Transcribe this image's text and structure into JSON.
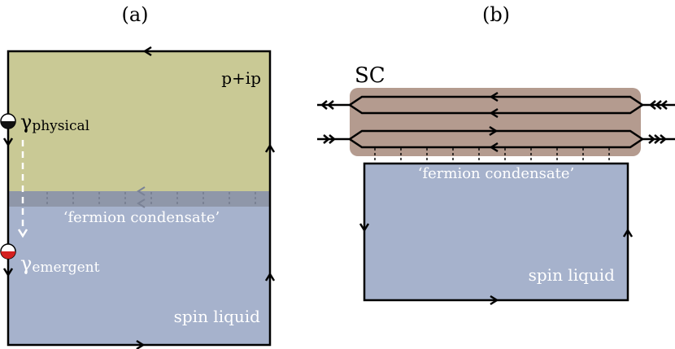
{
  "panels": {
    "a": {
      "label": "(a)",
      "top_region_label": "p+ip",
      "bottom_region_label": "spin liquid",
      "condensate_label": "‘fermion condensate’",
      "gamma_symbol": "γ",
      "physical_subscript": "physical",
      "emergent_subscript": "emergent"
    },
    "b": {
      "label": "(b)",
      "sc_label": "SC",
      "condensate_label": "‘fermion condensate’",
      "spin_liquid_label": "spin liquid"
    }
  },
  "colors": {
    "p_ip": "#c9c995",
    "spin_liquid": "#a6b2cc",
    "condensate_strip": "#8f97a9",
    "sc_box": "#b49b8f",
    "emergent_mode": "#d42020",
    "physical_mode": "#111111",
    "edge": "#000000",
    "white_text": "#ffffff"
  }
}
